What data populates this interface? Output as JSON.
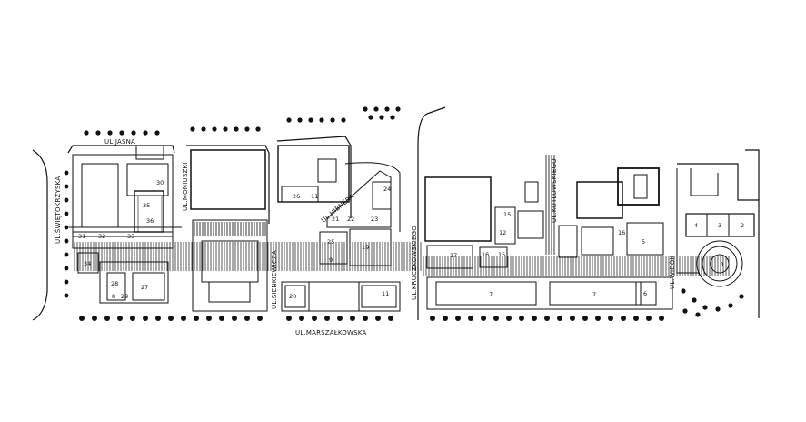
{
  "streets": {
    "swietokrzyska": "UL.ŚWIĘTOKRZYSKA",
    "jasna": "UL.JASNA",
    "moniuszki": "UL.MONIUSZKI",
    "sienkiewicza": "UL.SIENKIEWICZA",
    "hibnera": "UL.HIBNERA",
    "marszalkowska": "UL.MARSZAŁKOWSKA",
    "kruczkowskiego": "UL.KRUCZKOWSKIEGO",
    "kotlowskiego": "UL.KOTLOWSKIEGO",
    "widok": "UL.WIDOK"
  },
  "lots": [
    "1",
    "2",
    "3",
    "4",
    "5",
    "6",
    "7",
    "7",
    "8",
    "9",
    "11",
    "11",
    "12",
    "15",
    "15",
    "16",
    "16",
    "17",
    "19",
    "20",
    "21",
    "22",
    "23",
    "24",
    "25",
    "26",
    "27",
    "28",
    "29",
    "30",
    "31",
    "32",
    "33",
    "34",
    "35",
    "36"
  ],
  "colors": {
    "ink": "#111111",
    "paper": "#ffffff",
    "hatch": "#222222"
  }
}
